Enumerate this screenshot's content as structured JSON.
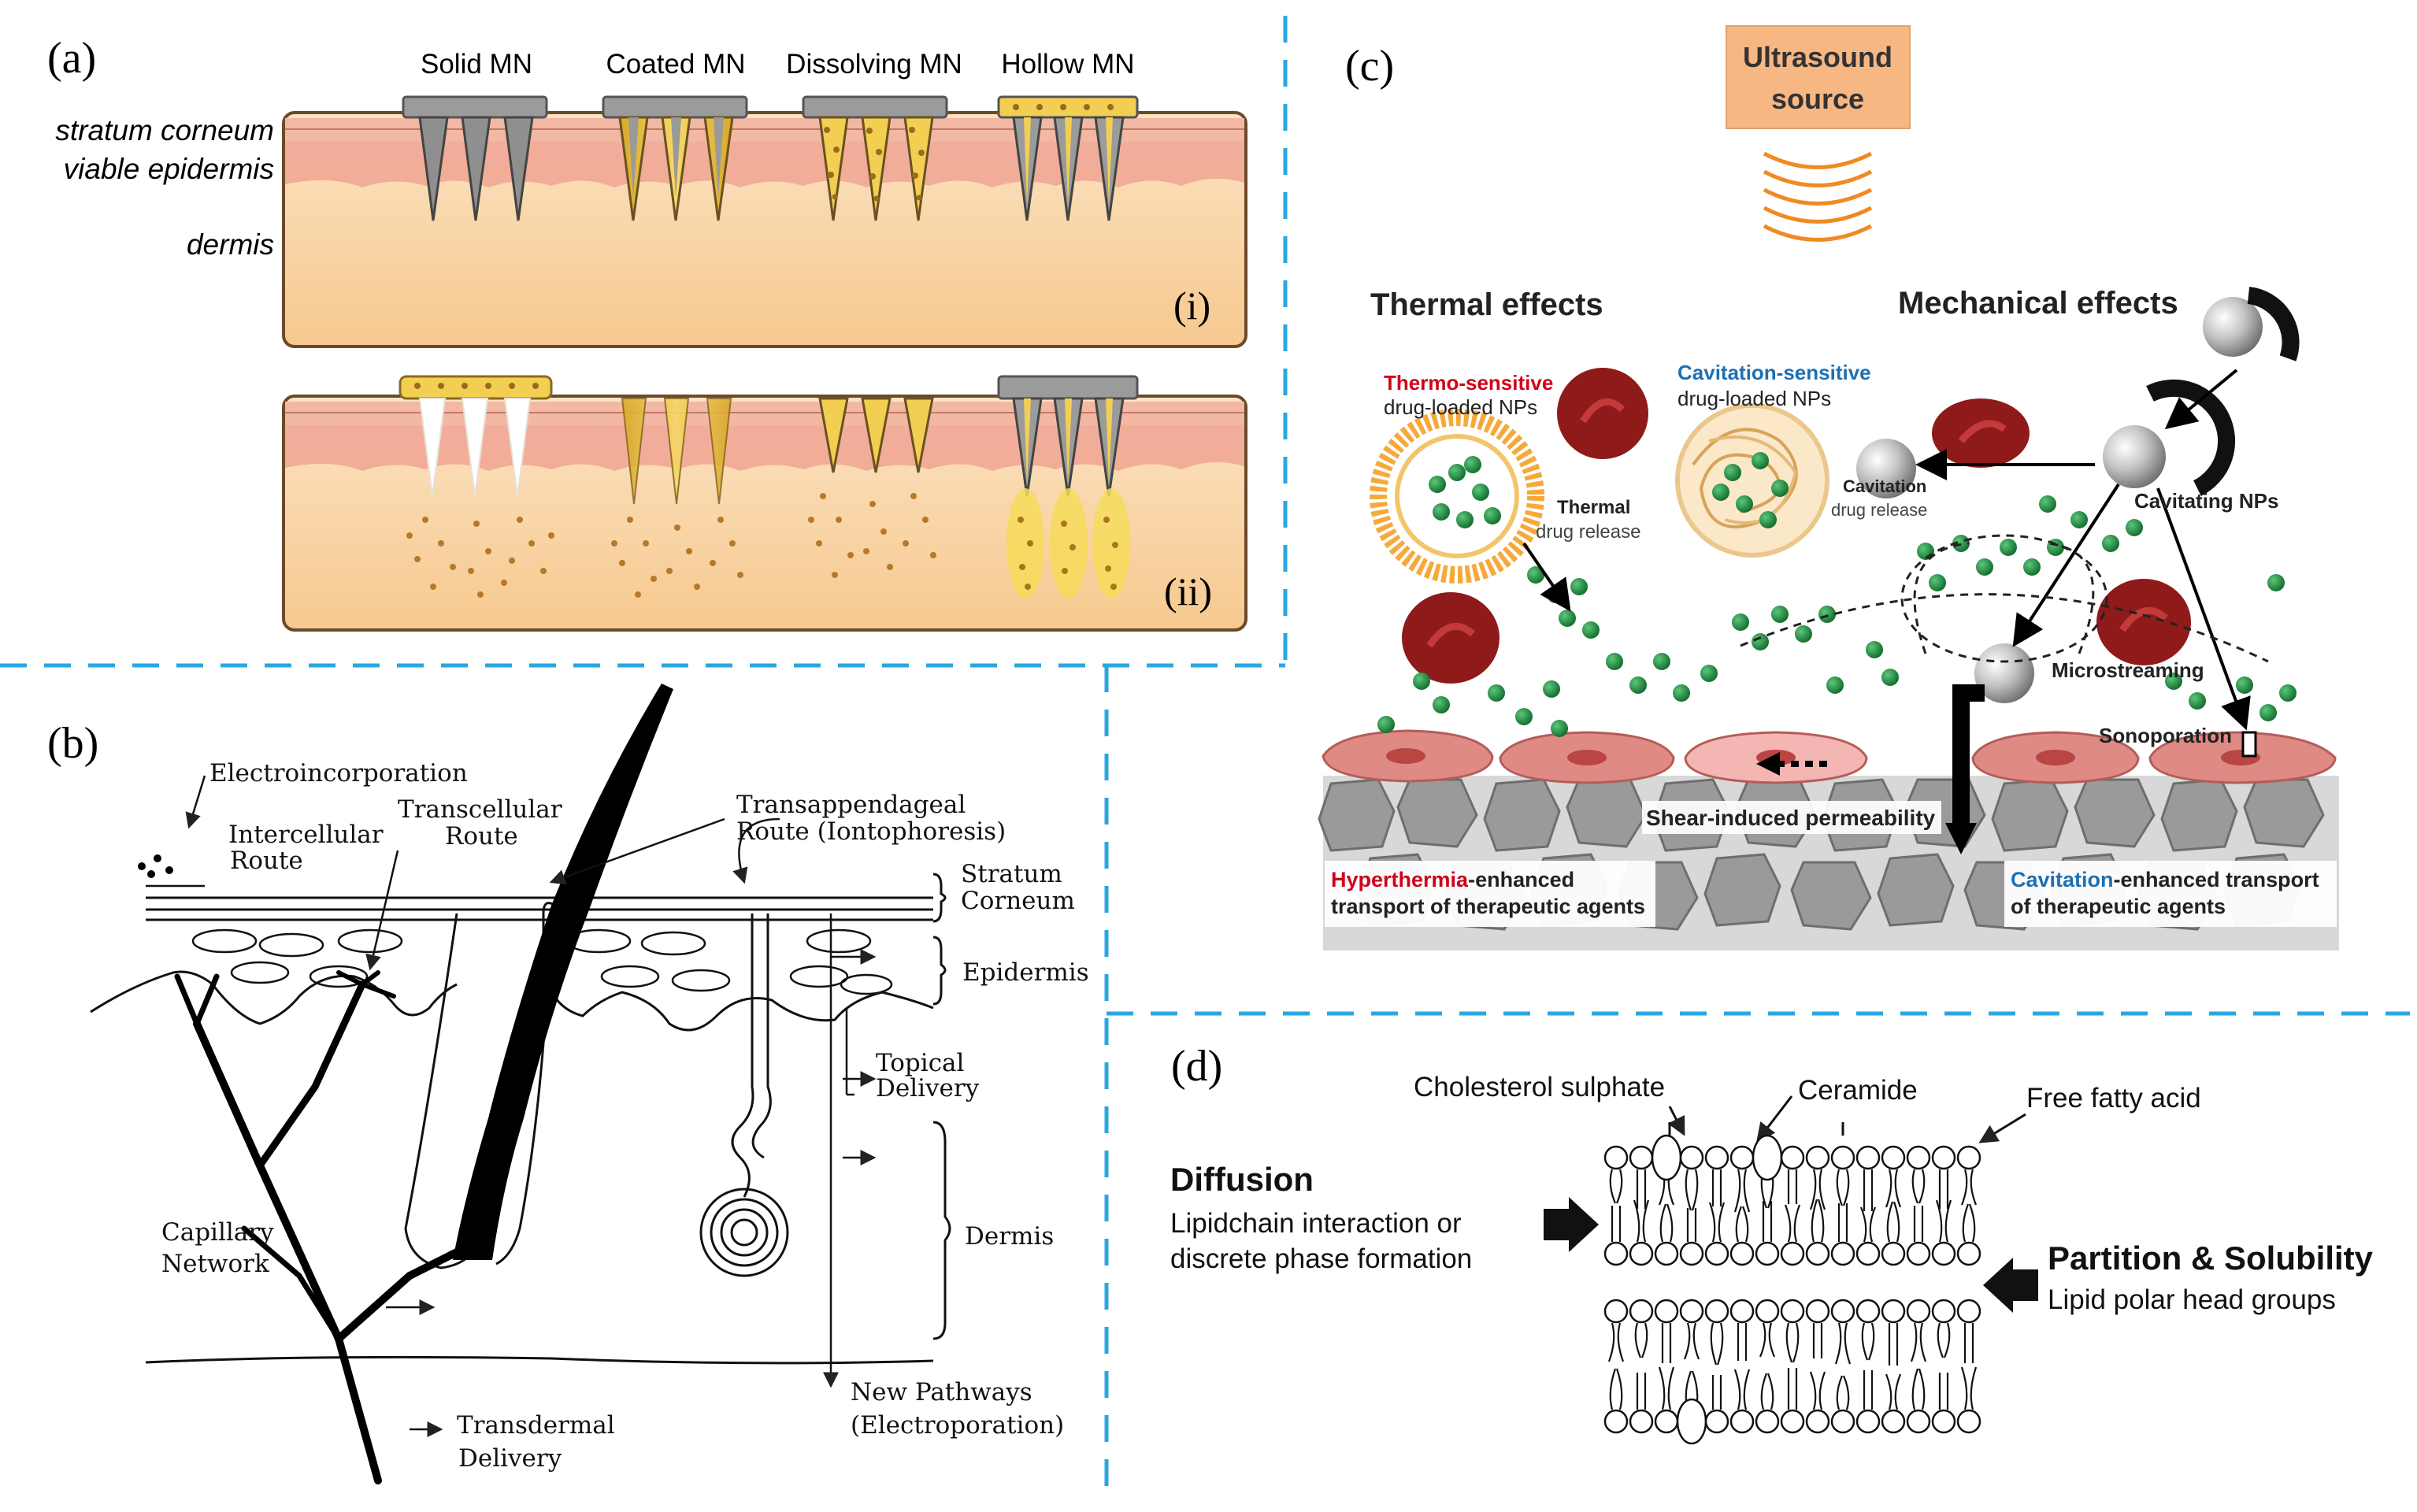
{
  "panel_a": {
    "label": "(a)",
    "mn_types": [
      "Solid MN",
      "Coated MN",
      "Dissolving MN",
      "Hollow MN"
    ],
    "layers": [
      "stratum corneum",
      "viable epidermis",
      "dermis"
    ],
    "stage_i": "(i)",
    "stage_ii": "(ii)"
  },
  "panel_b": {
    "label": "(b)",
    "electroincorporation": "Electroincorporation",
    "intercellular_1": "Intercellular",
    "intercellular_2": "Route",
    "transcellular_1": "Transcellular",
    "transcellular_2": "Route",
    "transappendageal_1": "Transappendageal",
    "transappendageal_2": "Route  (Iontophoresis)",
    "stratum_1": "Stratum",
    "stratum_2": "Corneum",
    "epidermis": "Epidermis",
    "topical_1": "Topical",
    "topical_2": "Delivery",
    "dermis": "Dermis",
    "capillary_1": "Capillary",
    "capillary_2": "Network",
    "new_pathways_1": "New Pathways",
    "new_pathways_2": "(Electroporation)",
    "transdermal_1": "Transdermal",
    "transdermal_2": "Delivery"
  },
  "panel_c": {
    "label": "(c)",
    "source_1": "Ultrasound",
    "source_2": "source",
    "thermal_effects": "Thermal effects",
    "mechanical_effects": "Mechanical effects",
    "thermo_sensitive": "Thermo-sensitive",
    "drug_loaded_1": "drug-loaded NPs",
    "cavitation_sensitive": "Cavitation-sensitive",
    "drug_loaded_2": "drug-loaded NPs",
    "thermal_release_1": "Thermal",
    "thermal_release_2": "drug release",
    "cavitation_release_1": "Cavitation",
    "cavitation_release_2": "drug release",
    "cavitating_nps": "Cavitating NPs",
    "microstreaming": "Microstreaming",
    "sonoporation": "Sonoporation",
    "shear": "Shear-induced permeability",
    "hyperthermia_word": "Hyperthermia",
    "hyperthermia_rest": "-enhanced",
    "hyperthermia_line2": "transport of therapeutic agents",
    "cavitation_word": "Cavitation",
    "cavitation_rest": "-enhanced transport",
    "cavitation_line2": "of therapeutic agents",
    "colors": {
      "thermo": "#d0021b",
      "cavitation": "#1f6fb2",
      "source_box": "#f7b783",
      "waves": "#f08a24",
      "drug": "#1e8a3c",
      "rbc": "#8e1a1a",
      "tissue": "#9a9a9a",
      "endothelium": "#e08a86"
    }
  },
  "panel_d": {
    "label": "(d)",
    "cholesterol": "Cholesterol sulphate",
    "ceramide": "Ceramide",
    "ffa": "Free fatty acid",
    "diffusion": "Diffusion",
    "diffusion_1": "Lipidchain interaction or",
    "diffusion_2": "discrete phase formation",
    "partition": "Partition & Solubility",
    "partition_1": "Lipid polar head groups"
  },
  "divider_color": "#29a7df"
}
